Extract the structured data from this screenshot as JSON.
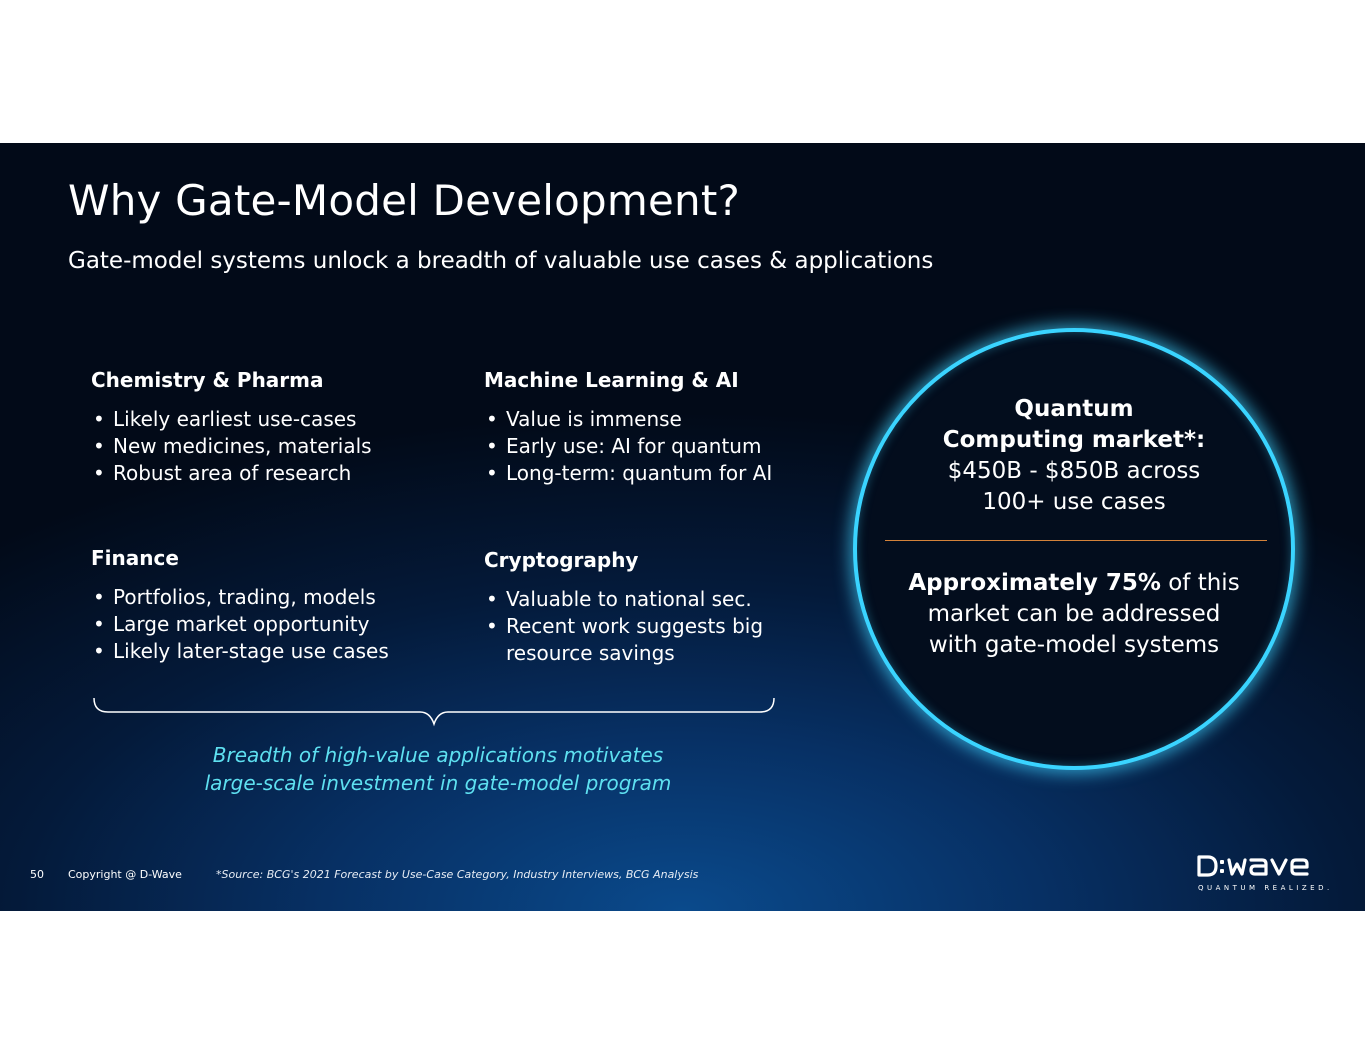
{
  "slide": {
    "title": "Why Gate-Model Development?",
    "subtitle": "Gate-model systems unlock a breadth of valuable use cases & applications",
    "use_cases": [
      {
        "heading": "Chemistry & Pharma",
        "bullets": [
          "Likely earliest use-cases",
          "New medicines, materials",
          "Robust area of research"
        ]
      },
      {
        "heading": "Machine Learning & AI",
        "bullets": [
          "Value is immense",
          "Early use: AI for quantum",
          "Long-term: quantum for AI"
        ]
      },
      {
        "heading": "Finance",
        "bullets": [
          "Portfolios, trading, models",
          "Large market opportunity",
          "Likely later-stage use cases"
        ]
      },
      {
        "heading": "Cryptography",
        "bullets": [
          "Valuable to national sec.",
          "Recent work suggests big resource savings"
        ]
      }
    ],
    "motivation": {
      "line1": "Breadth of high-value applications motivates",
      "line2": "large-scale investment in gate-model program"
    },
    "market_circle": {
      "heading_line1": "Quantum",
      "heading_line2": "Computing market*:",
      "range": "$450B - $850B across",
      "use_cases": "100+ use cases",
      "share_bold": "Approximately 75%",
      "share_rest": " of this",
      "share_line2": "market can be addressed",
      "share_line3": "with gate-model systems"
    },
    "footer": {
      "page_number": "50",
      "copyright": "Copyright @ D-Wave",
      "source": "*Source: BCG's 2021 Forecast by Use-Case Category, Industry Interviews, BCG Analysis"
    },
    "logo": {
      "name": "D-Wave",
      "wordmark": "D:WAVE",
      "tagline": "QUANTUM REALIZED."
    },
    "colors": {
      "background_dark": "#020a18",
      "background_blue": "#0a4a8c",
      "accent_cyan": "#5ee0f0",
      "circle_ring": "#3ad4ff",
      "divider_orange": "#d4823a",
      "text": "#ffffff"
    }
  }
}
